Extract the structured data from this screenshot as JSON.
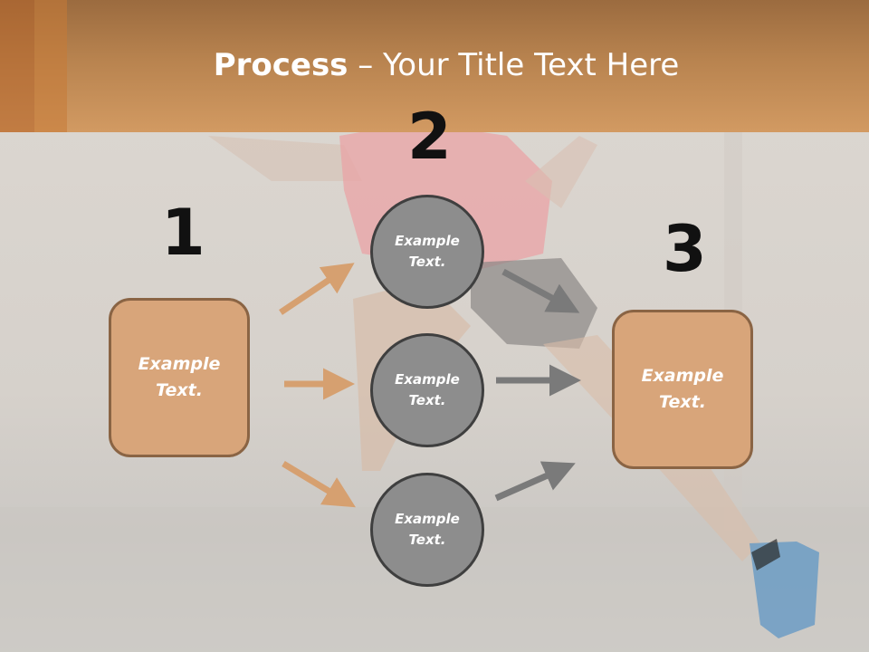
{
  "title": {
    "bold": "Process",
    "rest": " – Your Title Text Here"
  },
  "steps": [
    {
      "number": "1",
      "text": "Example Text."
    },
    {
      "number": "2",
      "items": [
        "Example Text.",
        "Example Text.",
        "Example Text."
      ]
    },
    {
      "number": "3",
      "text": "Example Text."
    }
  ],
  "colors": {
    "header": "#c58d57",
    "box_fill": "#d8a57a",
    "box_border": "#8a6444",
    "circle_fill": "#8d8d8d",
    "arrow_orange": "#d6a070",
    "arrow_gray": "#7a7a7a"
  }
}
